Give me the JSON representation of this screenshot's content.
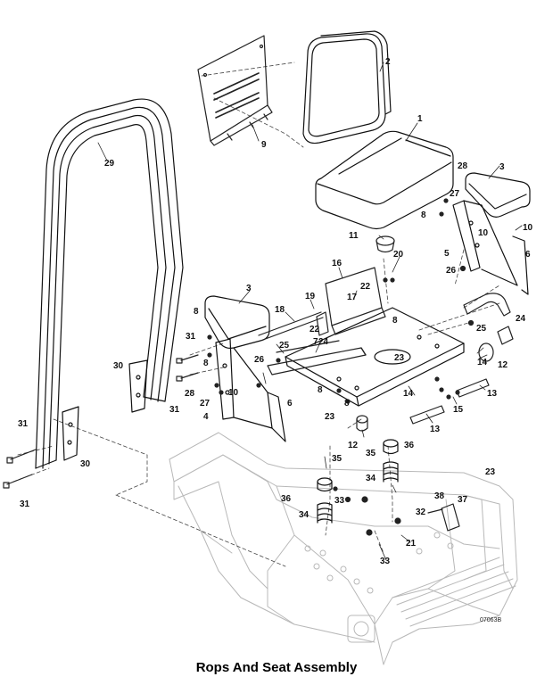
{
  "caption": "Rops And Seat Assembly",
  "figure_code": "07063B",
  "callouts": [
    {
      "id": "c1",
      "text": "1"
    },
    {
      "id": "c2",
      "text": "2"
    },
    {
      "id": "c3a",
      "text": "3"
    },
    {
      "id": "c3b",
      "text": "3"
    },
    {
      "id": "c4",
      "text": "4"
    },
    {
      "id": "c5",
      "text": "5"
    },
    {
      "id": "c6a",
      "text": "6"
    },
    {
      "id": "c6b",
      "text": "6"
    },
    {
      "id": "c7",
      "text": "7"
    },
    {
      "id": "c8a",
      "text": "8"
    },
    {
      "id": "c8b",
      "text": "8"
    },
    {
      "id": "c8c",
      "text": "8"
    },
    {
      "id": "c8d",
      "text": "8"
    },
    {
      "id": "c8e",
      "text": "8"
    },
    {
      "id": "c8f",
      "text": "8"
    },
    {
      "id": "c9",
      "text": "9"
    },
    {
      "id": "c10a",
      "text": "10"
    },
    {
      "id": "c10b",
      "text": "10"
    },
    {
      "id": "c10c",
      "text": "10"
    },
    {
      "id": "c11",
      "text": "11"
    },
    {
      "id": "c12a",
      "text": "12"
    },
    {
      "id": "c12b",
      "text": "12"
    },
    {
      "id": "c13a",
      "text": "13"
    },
    {
      "id": "c13b",
      "text": "13"
    },
    {
      "id": "c14a",
      "text": "14"
    },
    {
      "id": "c14b",
      "text": "14"
    },
    {
      "id": "c15",
      "text": "15"
    },
    {
      "id": "c16",
      "text": "16"
    },
    {
      "id": "c17",
      "text": "17"
    },
    {
      "id": "c18",
      "text": "18"
    },
    {
      "id": "c19",
      "text": "19"
    },
    {
      "id": "c20",
      "text": "20"
    },
    {
      "id": "c21",
      "text": "21"
    },
    {
      "id": "c22a",
      "text": "22"
    },
    {
      "id": "c22b",
      "text": "22"
    },
    {
      "id": "c23a",
      "text": "23"
    },
    {
      "id": "c23b",
      "text": "23"
    },
    {
      "id": "c23c",
      "text": "23"
    },
    {
      "id": "c24a",
      "text": "24"
    },
    {
      "id": "c24b",
      "text": "24"
    },
    {
      "id": "c25a",
      "text": "25"
    },
    {
      "id": "c25b",
      "text": "25"
    },
    {
      "id": "c26a",
      "text": "26"
    },
    {
      "id": "c26b",
      "text": "26"
    },
    {
      "id": "c27a",
      "text": "27"
    },
    {
      "id": "c27b",
      "text": "27"
    },
    {
      "id": "c28a",
      "text": "28"
    },
    {
      "id": "c28b",
      "text": "28"
    },
    {
      "id": "c29",
      "text": "29"
    },
    {
      "id": "c30a",
      "text": "30"
    },
    {
      "id": "c30b",
      "text": "30"
    },
    {
      "id": "c31a",
      "text": "31"
    },
    {
      "id": "c31b",
      "text": "31"
    },
    {
      "id": "c31c",
      "text": "31"
    },
    {
      "id": "c31d",
      "text": "31"
    },
    {
      "id": "c32",
      "text": "32"
    },
    {
      "id": "c33a",
      "text": "33"
    },
    {
      "id": "c33b",
      "text": "33"
    },
    {
      "id": "c34a",
      "text": "34"
    },
    {
      "id": "c34b",
      "text": "34"
    },
    {
      "id": "c35a",
      "text": "35"
    },
    {
      "id": "c35b",
      "text": "35"
    },
    {
      "id": "c36a",
      "text": "36"
    },
    {
      "id": "c36b",
      "text": "36"
    },
    {
      "id": "c37",
      "text": "37"
    },
    {
      "id": "c38",
      "text": "38"
    }
  ]
}
